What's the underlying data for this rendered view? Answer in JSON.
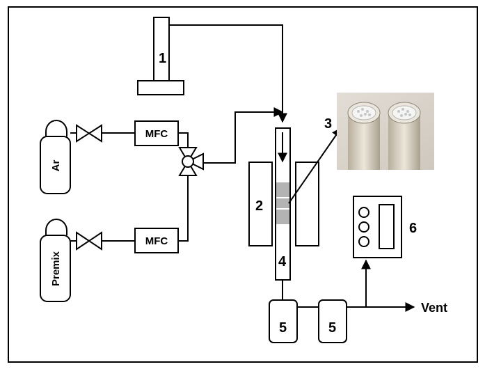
{
  "labels": {
    "n1": "1",
    "n2": "2",
    "n3": "3",
    "n4": "4",
    "n5a": "5",
    "n5b": "5",
    "n6": "6",
    "mfc_top": "MFC",
    "mfc_bottom": "MFC",
    "gas_ar": "Ar",
    "gas_premix": "Premix",
    "vent": "Vent"
  }
}
